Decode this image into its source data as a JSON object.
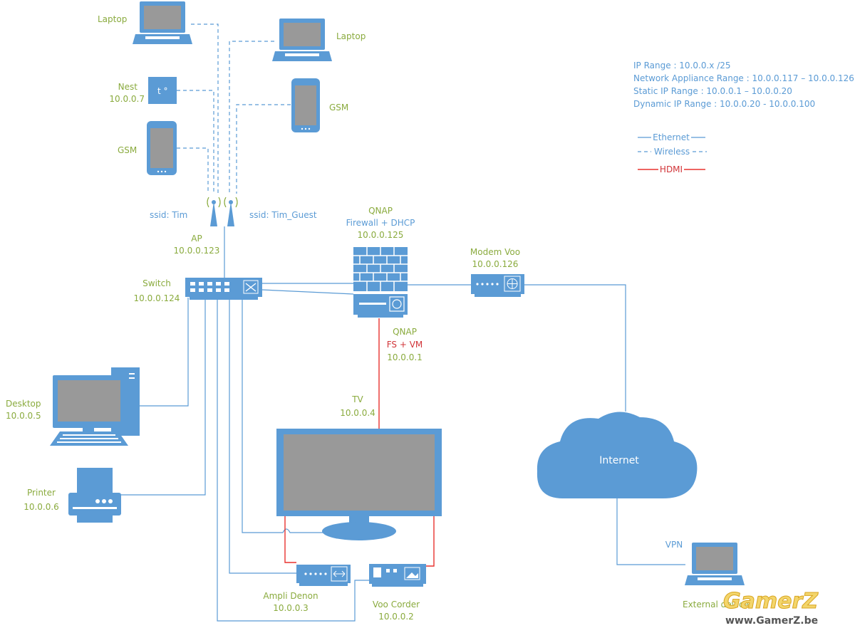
{
  "legend": {
    "ip_range": "IP Range : 10.0.0.x /25",
    "appliance_range": "Network Appliance Range : 10.0.0.117 – 10.0.0.126",
    "static_range": "Static IP Range : 10.0.0.1 – 10.0.0.20",
    "dynamic_range": "Dynamic IP Range : 10.0.0.20 - 10.0.0.100",
    "ethernet": "Ethernet",
    "wireless": "Wireless",
    "hdmi": "HDMI"
  },
  "devices": {
    "laptop_left": {
      "name": "Laptop"
    },
    "laptop_right": {
      "name": "Laptop"
    },
    "nest": {
      "name": "Nest",
      "ip": "10.0.0.7",
      "display": "t °"
    },
    "gsm_left": {
      "name": "GSM"
    },
    "gsm_right": {
      "name": "GSM"
    },
    "ssid_left": "ssid: Tim",
    "ssid_right": "ssid: Tim_Guest",
    "ap": {
      "name": "AP",
      "ip": "10.0.0.123"
    },
    "switch": {
      "name": "Switch",
      "ip": "10.0.0.124"
    },
    "qnap_fw": {
      "name": "QNAP",
      "role": "Firewall + DHCP",
      "ip": "10.0.0.125"
    },
    "modem": {
      "name": "Modem Voo",
      "ip": "10.0.0.126"
    },
    "qnap_fs": {
      "name": "QNAP",
      "role": "FS + VM",
      "ip": "10.0.0.1"
    },
    "tv": {
      "name": "TV",
      "ip": "10.0.0.4"
    },
    "desktop": {
      "name": "Desktop",
      "ip": "10.0.0.5"
    },
    "printer": {
      "name": "Printer",
      "ip": "10.0.0.6"
    },
    "ampli": {
      "name": "Ampli Denon",
      "ip": "10.0.0.3"
    },
    "voo_corder": {
      "name": "Voo Corder",
      "ip": "10.0.0.2"
    },
    "internet": {
      "name": "Internet"
    },
    "vpn": {
      "name": "VPN"
    },
    "external": {
      "name": "External device"
    }
  },
  "watermark": {
    "brand": "GamerZ",
    "url": "www.GamerZ.be"
  },
  "colors": {
    "device": "#5b9bd5",
    "label": "#8aab3e",
    "hdmi": "#e8322f"
  }
}
